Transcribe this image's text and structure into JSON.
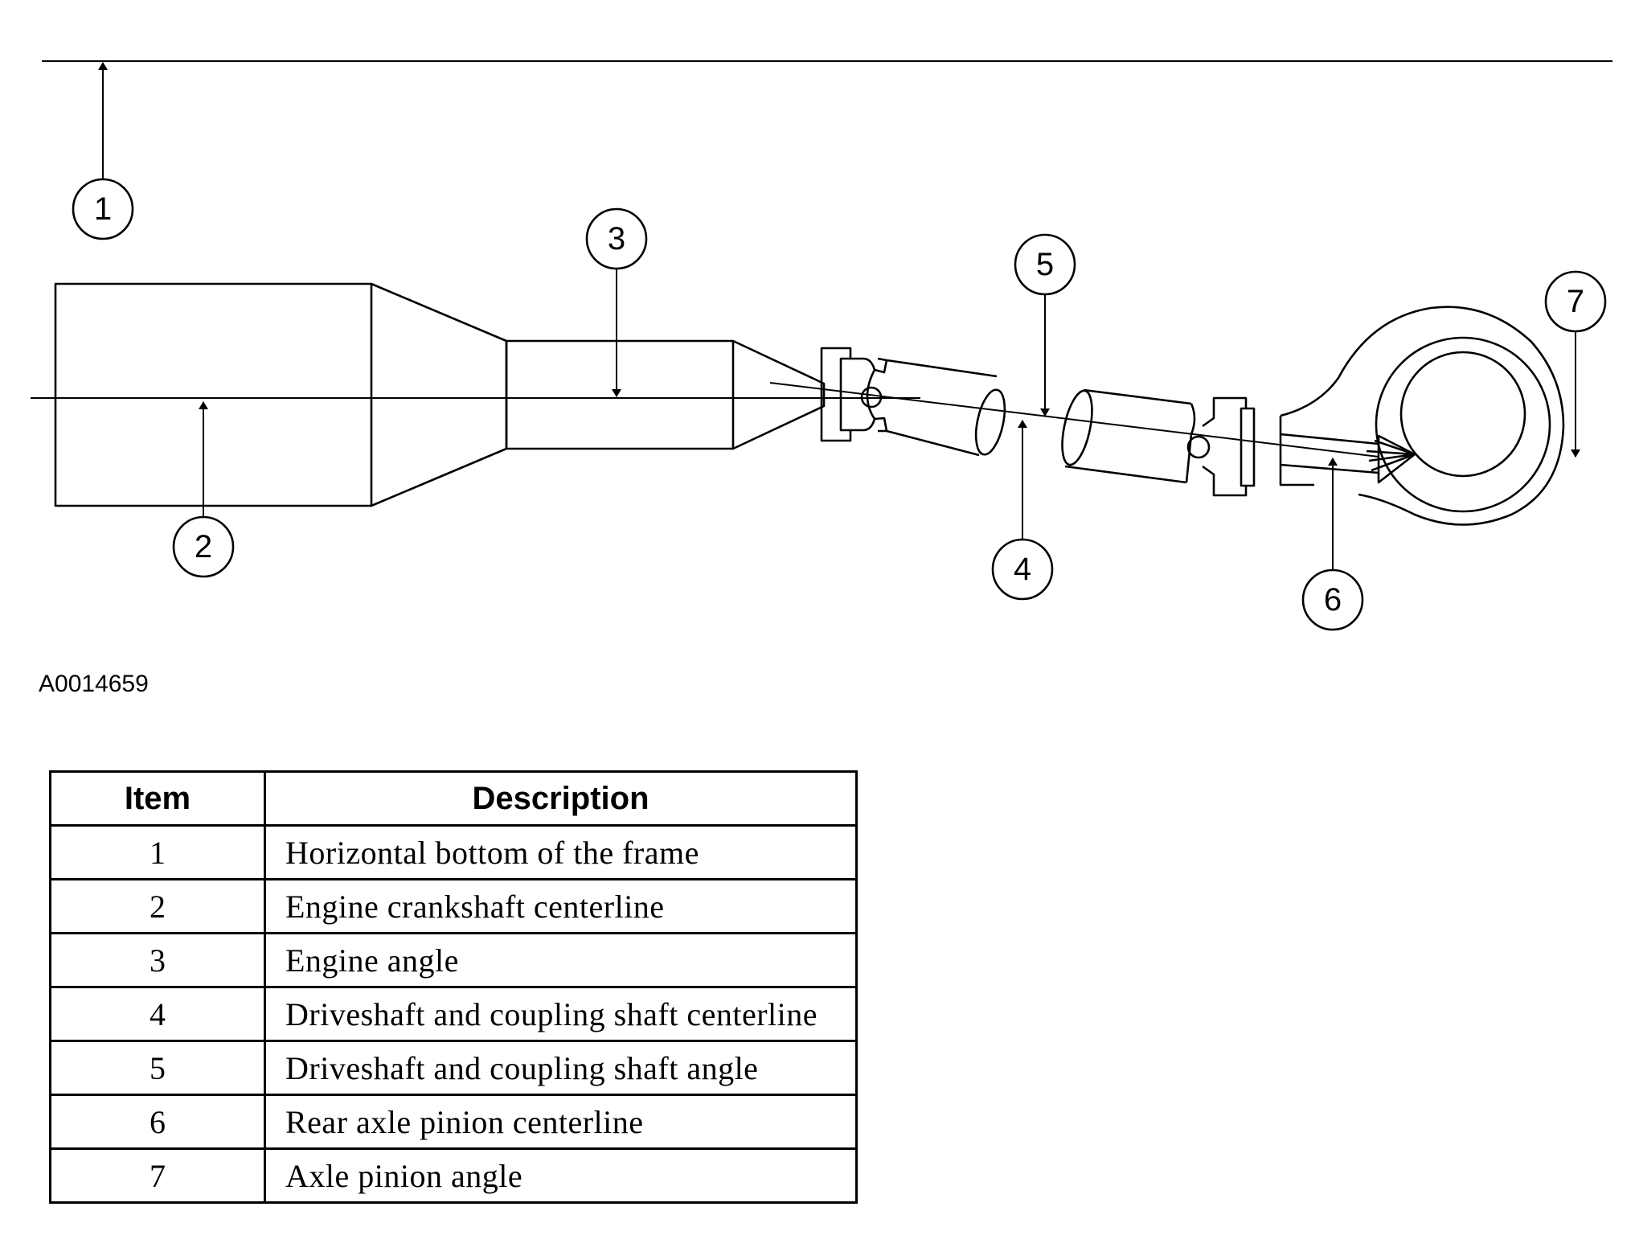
{
  "figure_id": "A0014659",
  "callouts": [
    "1",
    "2",
    "3",
    "4",
    "5",
    "6",
    "7"
  ],
  "table": {
    "headers": {
      "item": "Item",
      "description": "Description"
    },
    "rows": [
      {
        "item": "1",
        "description": "Horizontal bottom of the frame"
      },
      {
        "item": "2",
        "description": "Engine crankshaft centerline"
      },
      {
        "item": "3",
        "description": "Engine angle"
      },
      {
        "item": "4",
        "description": "Driveshaft and coupling shaft centerline"
      },
      {
        "item": "5",
        "description": "Driveshaft and coupling shaft angle"
      },
      {
        "item": "6",
        "description": "Rear axle pinion centerline"
      },
      {
        "item": "7",
        "description": "Axle pinion angle"
      }
    ]
  }
}
